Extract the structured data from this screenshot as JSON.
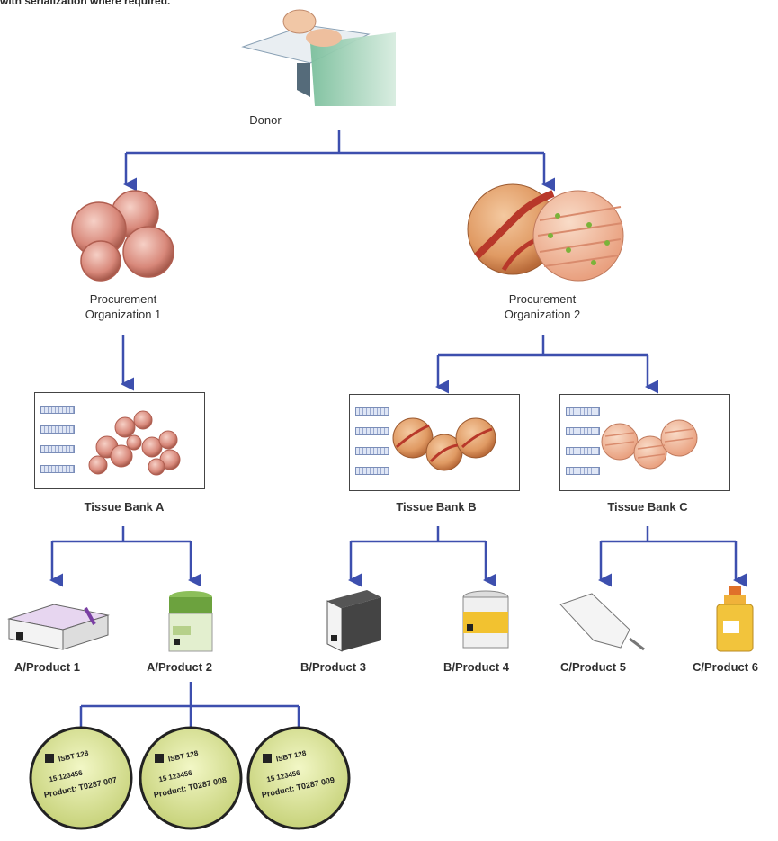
{
  "intro_text": "with serialization where required.",
  "donor_label": "Donor",
  "procurement": [
    {
      "line1": "Procurement",
      "line2": "Organization 1"
    },
    {
      "line1": "Procurement",
      "line2": "Organization 2"
    }
  ],
  "tissue_banks": [
    {
      "label": "Tissue Bank A"
    },
    {
      "label": "Tissue Bank B"
    },
    {
      "label": "Tissue Bank C"
    }
  ],
  "products": [
    {
      "bank": "A",
      "name": "/Product 1"
    },
    {
      "bank": "A",
      "name": "/Product 2"
    },
    {
      "bank": "B",
      "name": "/Product 3"
    },
    {
      "bank": "B",
      "name": "/Product 4"
    },
    {
      "bank": "C",
      "name": "/Product 5"
    },
    {
      "bank": "C",
      "name": "/Product 6"
    }
  ],
  "labels": [
    {
      "line1": "ISBT 128",
      "line2": "15 123456",
      "line3": "Product: T0287 007"
    },
    {
      "line1": "ISBT 128",
      "line2": "15 123456",
      "line3": "Product: T0287 008"
    },
    {
      "line1": "ISBT 128",
      "line2": "15 123456",
      "line3": "Product: T0287 009"
    }
  ],
  "colors": {
    "arrow": "#3d4fae",
    "cell": "#e8a294",
    "fiber": "#c9603f"
  }
}
